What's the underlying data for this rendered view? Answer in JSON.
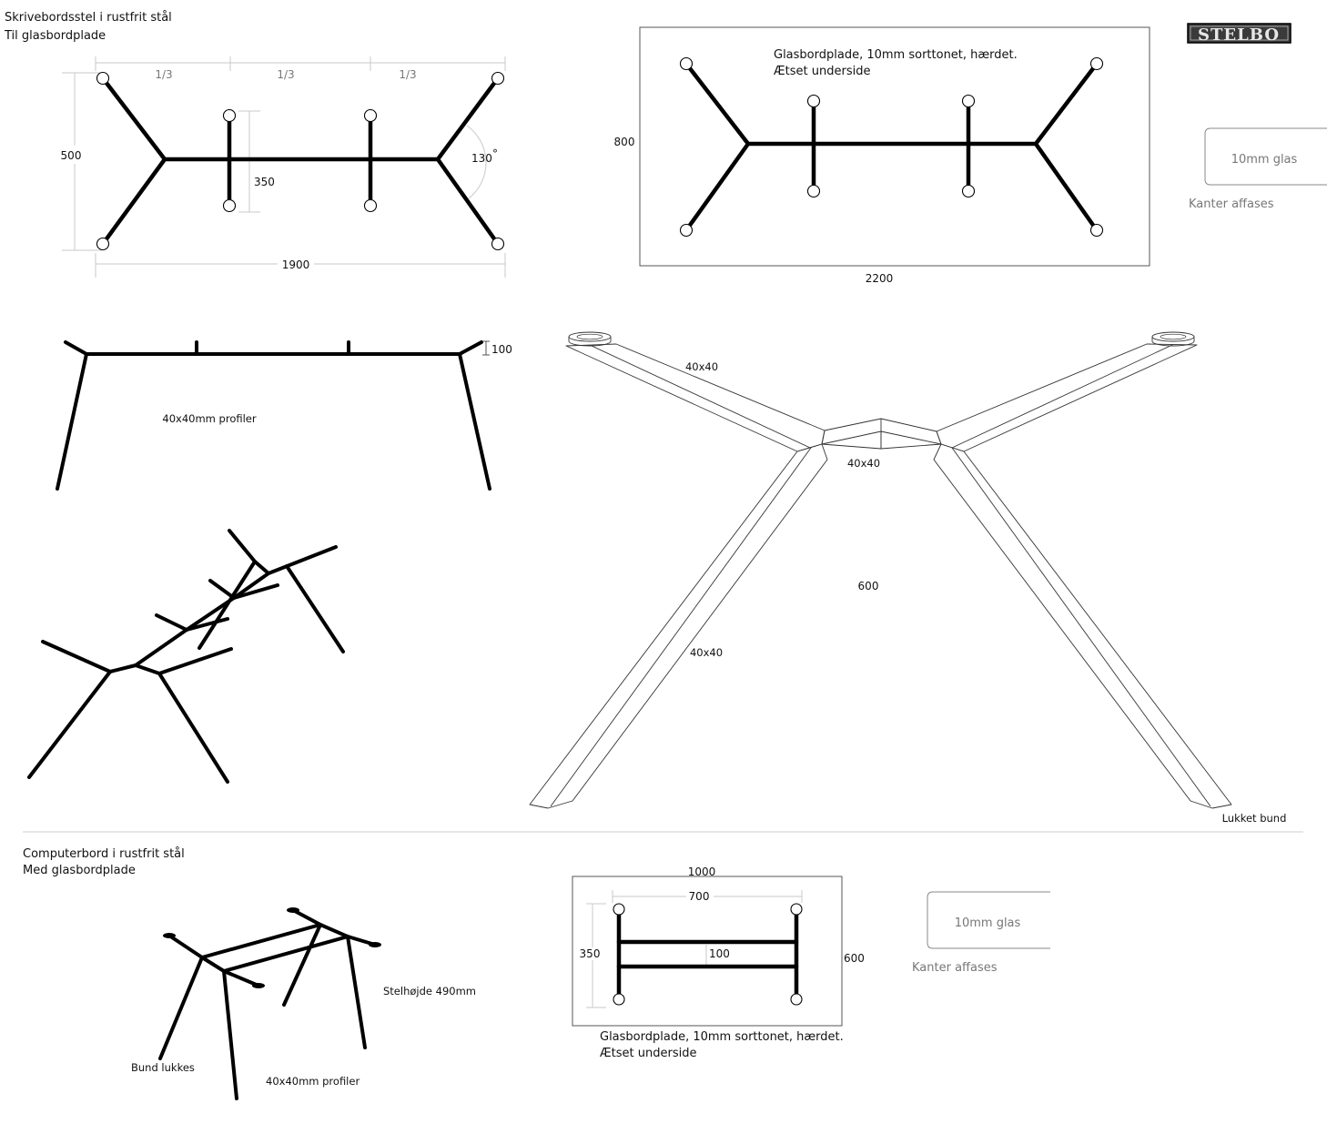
{
  "section1": {
    "title": "Skrivebordsstel i rustfrit stål",
    "subtitle": "Til glasbordplade",
    "thirds": [
      "1/3",
      "1/3",
      "1/3"
    ],
    "height_dim": "500",
    "inner_dim": "350",
    "angle": "130",
    "angle_unit": "°",
    "width_dim": "1900"
  },
  "logo": {
    "text": "STELBO"
  },
  "top_view": {
    "note_line1": "Glasbordplade, 10mm sorttonet, hærdet.",
    "note_line2": "Ætset underside",
    "depth_dim": "800",
    "width_dim": "2200"
  },
  "glass_edge_1": {
    "label": "10mm glas",
    "caption": "Kanter affases"
  },
  "side_view": {
    "height_dim": "100",
    "profile_label": "40x40mm profiler"
  },
  "leg_view": {
    "arm_label": "40x40",
    "center_label": "40x40",
    "leg_label": "40x40",
    "height_dim": "600",
    "bottom_label": "Lukket bund"
  },
  "section2": {
    "title": "Computerbord i rustfrit stål",
    "subtitle": "Med glasbordplade",
    "height_note": "Stelhøjde 490mm",
    "bottom_note": "Bund lukkes",
    "profile_note": "40x40mm profiler"
  },
  "small_top": {
    "plate_width": "1000",
    "frame_width": "700",
    "frame_depth": "350",
    "bar_gap": "100",
    "plate_depth": "600",
    "note_line1": "Glasbordplade, 10mm sorttonet, hærdet.",
    "note_line2": "Ætset underside"
  },
  "glass_edge_2": {
    "label": "10mm glas",
    "caption": "Kanter affases"
  }
}
